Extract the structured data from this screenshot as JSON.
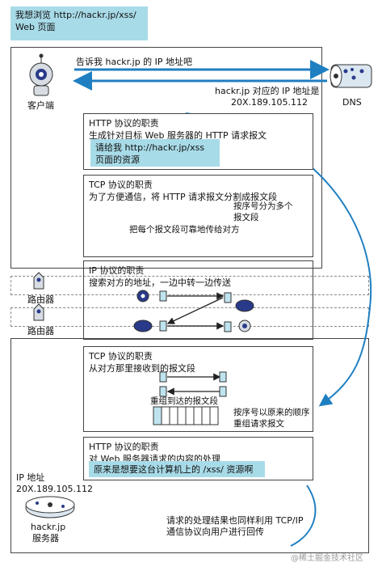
{
  "speech": {
    "line1": "我想浏览",
    "line2": "http://hackr.jp/xss/ Web 页面"
  },
  "client": {
    "label": "客户端"
  },
  "dns": {
    "label": "DNS",
    "request": "告诉我 hackr.jp 的 IP 地址吧",
    "response_line1": "hackr.jp 对应的 IP 地址是",
    "response_line2": "20X.189.105.112"
  },
  "http_client": {
    "title": "HTTP 协议的职责",
    "desc": "生成针对目标 Web 服务器的 HTTP 请求报文",
    "note_line1": "请给我 http://hackr.jp/xss",
    "note_line2": "页面的资源"
  },
  "tcp_client": {
    "title": "TCP 协议的职责",
    "desc": "为了方便通信，将 HTTP 请求报文分割成报文段",
    "split_line1": "按序号分为多个",
    "split_line2": "报文段",
    "deliver": "把每个报文段可靠地传给对方"
  },
  "ip_box": {
    "title": "IP 协议的职责",
    "desc": "搜索对方的地址，一边中转一边传送"
  },
  "routers": [
    {
      "label": "路由器"
    },
    {
      "label": "路由器"
    }
  ],
  "tcp_server": {
    "title": "TCP 协议的职责",
    "desc": "从对方那里接收到的报文段",
    "reassemble": "重组到达的报文段",
    "order_line1": "按序号以原来的顺序",
    "order_line2": "重组请求报文"
  },
  "http_server": {
    "title": "HTTP 协议的职责",
    "desc": "对 Web 服务器请求的内容的处理",
    "note": "原来是想要这台计算机上的 /xss/ 资源啊"
  },
  "server": {
    "ip_label": "IP 地址",
    "ip": "20X.189.105.112",
    "name_line1": "hackr.jp",
    "name_line2": "服务器"
  },
  "return_note": {
    "line1": "请求的处理结果也同样利用 TCP/IP",
    "line2": "通信协议向用户进行回传"
  },
  "watermark": "@稀土掘金技术社区",
  "colors": {
    "accent": "#1f7fc1",
    "note_bg": "#a8dbe8"
  }
}
